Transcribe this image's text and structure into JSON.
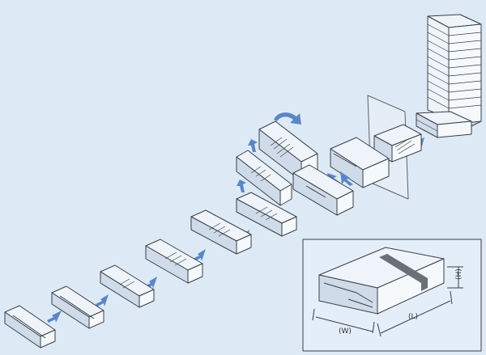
{
  "dimensions": {
    "width_label": "(W)",
    "length_label": "(L)",
    "height_label": "(H)"
  },
  "colors": {
    "background": "#ddeaf6",
    "line": "#3a3f48",
    "arrow": "#5b86c5",
    "tape": "#6b6f76"
  }
}
